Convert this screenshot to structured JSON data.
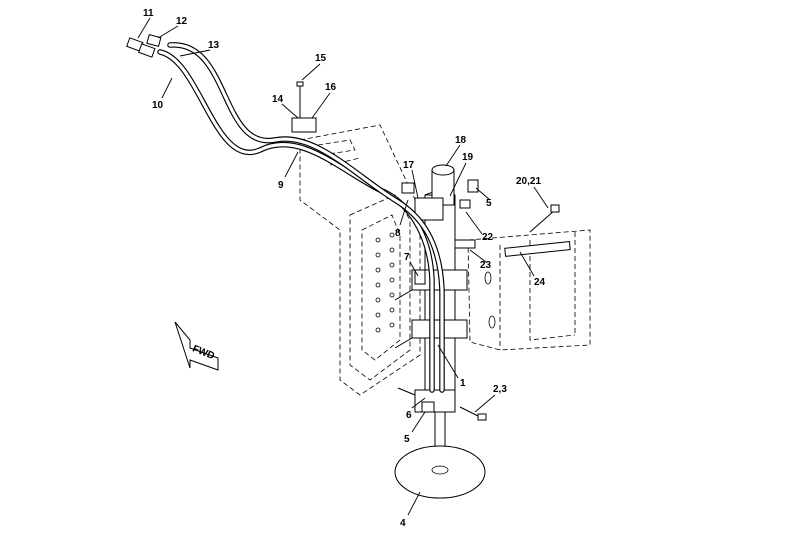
{
  "fwd_label": "FWD",
  "callouts": {
    "c1": "1",
    "c2_3": "2,3",
    "c4": "4",
    "c5a": "5",
    "c5b": "5",
    "c6": "6",
    "c7": "7",
    "c8": "8",
    "c9": "9",
    "c10": "10",
    "c11": "11",
    "c12": "12",
    "c13": "13",
    "c14": "14",
    "c15": "15",
    "c16": "16",
    "c17": "17",
    "c18": "18",
    "c19": "19",
    "c20_21": "20,21",
    "c22": "22",
    "c23": "23",
    "c24": "24"
  }
}
